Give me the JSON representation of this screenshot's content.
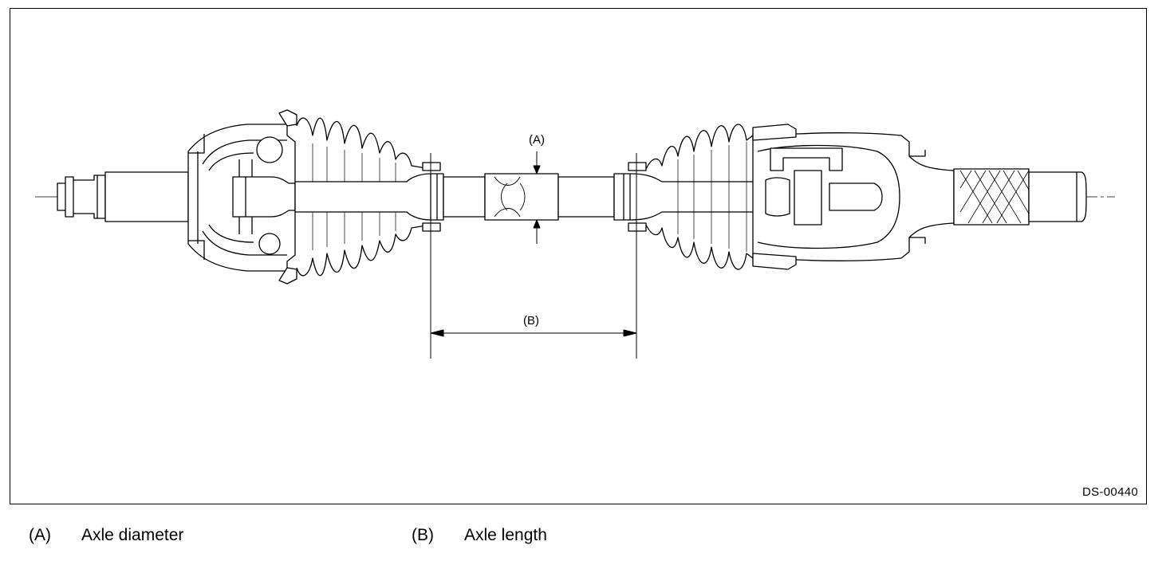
{
  "figure": {
    "id": "DS-00440",
    "callouts": {
      "a": "(A)",
      "b": "(B)"
    }
  },
  "legend": [
    {
      "key": "(A)",
      "text": "Axle diameter"
    },
    {
      "key": "(B)",
      "text": "Axle length"
    }
  ]
}
